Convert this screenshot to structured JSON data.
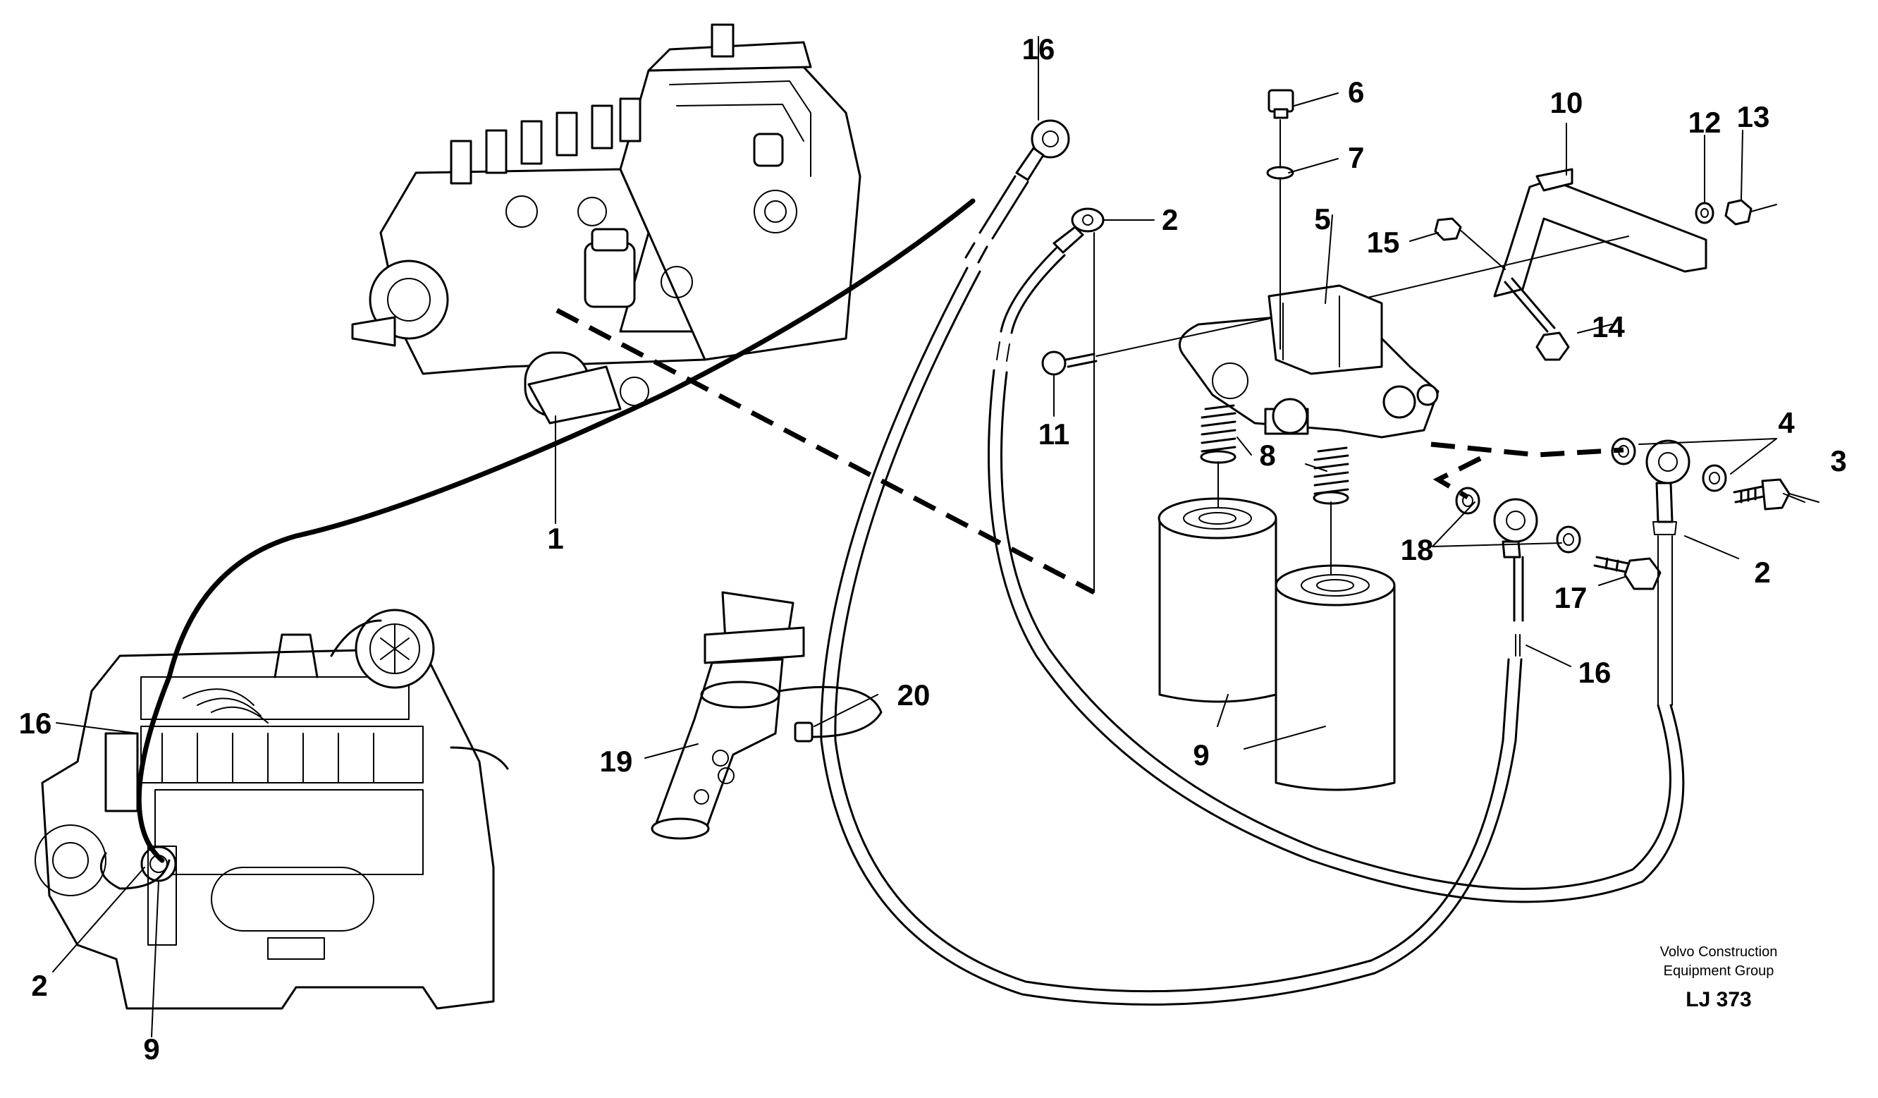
{
  "diagram": {
    "callouts": [
      "1",
      "2",
      "3",
      "4",
      "5",
      "6",
      "7",
      "8",
      "9",
      "10",
      "11",
      "12",
      "13",
      "14",
      "15",
      "16",
      "17",
      "18",
      "19",
      "20"
    ],
    "credit": {
      "line1": "Volvo Construction",
      "line2": "Equipment Group",
      "code": "LJ 373"
    }
  }
}
